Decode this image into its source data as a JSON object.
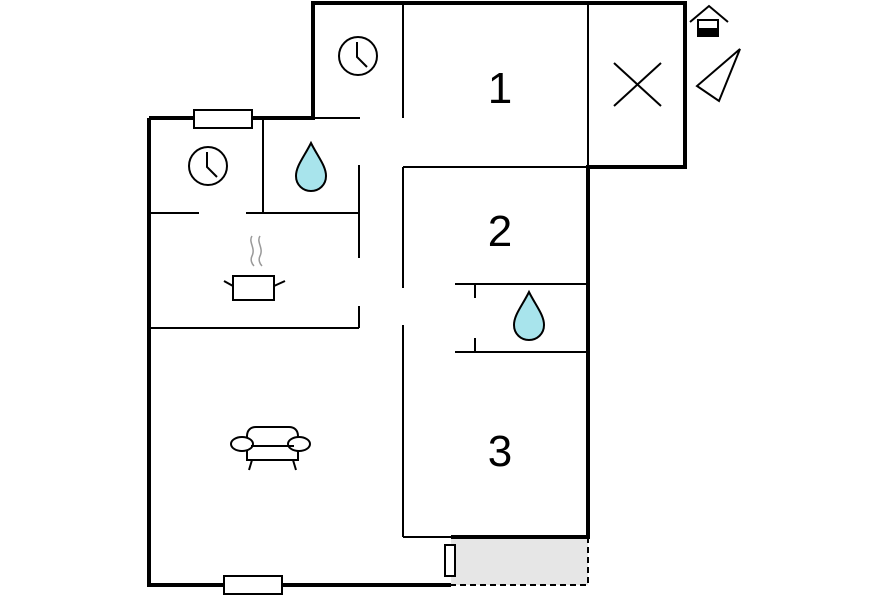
{
  "floor_plan": {
    "rooms": [
      {
        "label": "1"
      },
      {
        "label": "2"
      },
      {
        "label": "3"
      }
    ],
    "icons": {
      "clock": "clock-icon",
      "water": "water-drop-icon",
      "cooking": "cooking-pot-icon",
      "sofa": "sofa-icon",
      "closed": "cross-icon",
      "house": "house-icon",
      "compass": "north-arrow-icon"
    },
    "colors": {
      "wall": "#000000",
      "water_fill": "#a8e4ec",
      "terrace_fill": "#e6e6e6"
    }
  }
}
